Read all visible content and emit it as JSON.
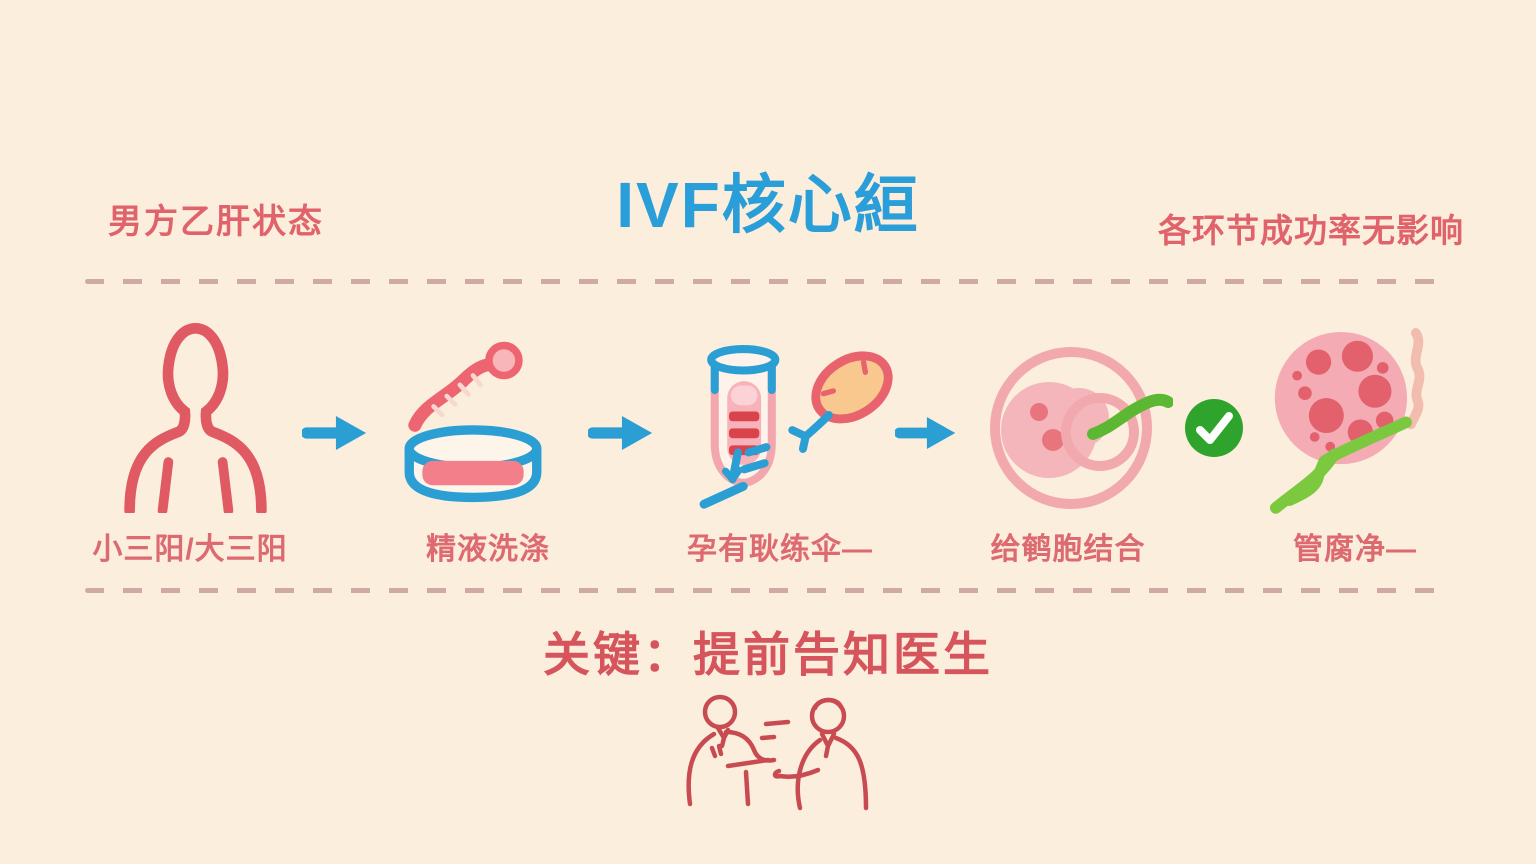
{
  "header": {
    "left_label": "男方乙肝状态",
    "title": "IVF核心絙",
    "right_label": "各环节成功率无影响"
  },
  "flow": {
    "steps": [
      {
        "label": "小三阳/大三阳",
        "icon": "male-patient-icon"
      },
      {
        "label": "精液洗涤",
        "icon": "petri-dish-sperm-icon"
      },
      {
        "label": "孕有耿练伞—",
        "icon": "test-tube-fertilization-icon"
      },
      {
        "label": "给鹌胞结合",
        "icon": "egg-cell-fertilization-icon"
      },
      {
        "label": "管腐净—",
        "icon": "blastocyst-embryo-icon"
      }
    ],
    "arrow_icon": "right-arrow-icon",
    "success_icon": "check-circle-icon"
  },
  "footer": {
    "key_message": "关键：提前告知医生",
    "illustration": "doctor-patient-consultation-illustration"
  },
  "colors": {
    "background": "#fbeedd",
    "title_blue": "#2a9ed8",
    "accent_blue": "#2b9fd4",
    "text_red": "#e0636b",
    "label_red": "#dc6a70",
    "key_red": "#d6545b",
    "outline_red": "#e05a64",
    "pink_fill": "#f5b0b8",
    "liquid_pink": "#f27f8a",
    "egg_orange": "#f9c88e",
    "check_green": "#2fa42c",
    "sperm_green": "#5cb832",
    "tail_green": "#7cc93f",
    "dash_line": "#cfaaa5"
  }
}
